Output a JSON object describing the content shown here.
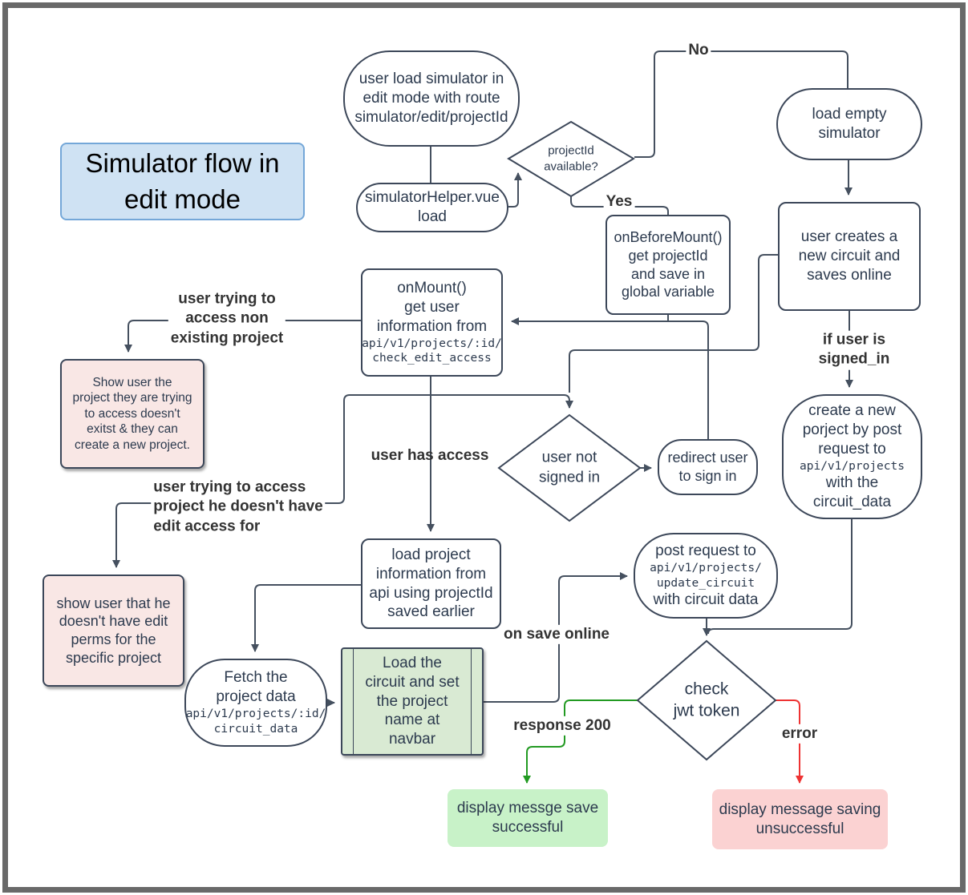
{
  "title": {
    "text": "Simulator flow in\nedit mode"
  },
  "nodes": {
    "start": {
      "label": "user load simulator in\nedit mode with route\nsimulator/edit/projectId"
    },
    "simulator_helper": {
      "label": "simulatorHelper.vue\nload"
    },
    "projectid_available": {
      "label": "projectId\navailable?"
    },
    "load_empty_simulator": {
      "label": "load empty\nsimulator"
    },
    "on_before_mount": {
      "label": "onBeforeMount()\nget projectId\nand save in\nglobal variable"
    },
    "user_creates": {
      "label": "user creates a\nnew circuit and\nsaves online"
    },
    "on_mount": {
      "label": "onMount()\nget user\ninformation from",
      "code": "api/v1/projects/:id/\ncheck_edit_access"
    },
    "show_not_existing": {
      "label": "Show user the\nproject they are trying\nto access doesn't\nexitst & they can\ncreate a new project."
    },
    "user_not_signed_in": {
      "label": "user not\nsigned in"
    },
    "redirect_sign_in": {
      "label": "redirect user\nto sign in"
    },
    "create_new_project": {
      "label": "create a new\nporject by post\nrequest to",
      "code": "api/v1/projects",
      "label2": "with the\ncircuit_data"
    },
    "load_project_info": {
      "label": "load project\ninformation from\napi using projectId\nsaved earlier"
    },
    "show_no_edit_perms": {
      "label": "show user that he\ndoesn't have edit\nperms for the\nspecific project"
    },
    "fetch_project_data": {
      "label": "Fetch the\nproject data",
      "code": "api/v1/projects/:id/\ncircuit_data"
    },
    "load_circuit": {
      "label": "Load the\ncircuit and set\nthe project\nname at\nnavbar"
    },
    "post_update_circuit": {
      "label": "post request to",
      "code": "api/v1/projects/\nupdate_circuit",
      "label2": "with circuit data"
    },
    "check_jwt": {
      "label": "check\njwt token"
    },
    "save_success": {
      "label": "display messge save\nsuccessful"
    },
    "save_fail": {
      "label": "display message saving\nunsuccessful"
    }
  },
  "edge_labels": {
    "no": "No",
    "yes": "Yes",
    "non_existing": "user trying to\naccess non\nexisting project",
    "has_access": "user has access",
    "no_edit_access": "user trying to access\nproject he doesn't have\nedit access for",
    "signed_in": "if user is signed_in",
    "on_save_online": "on save online",
    "response_200": "response 200",
    "error": "error"
  },
  "colors": {
    "title_fill": "#cfe2f3",
    "title_border": "#74a7d8",
    "pink_fill": "#f9e7e5",
    "process_green_fill": "#d9ead3",
    "result_green_fill": "#c8f2c8",
    "result_red_fill": "#fbd2d2",
    "edge": "#45505f",
    "edge_green": "#229a22",
    "edge_red": "#ee3333",
    "node_border": "#3c4759",
    "node_text": "#2c3a4e"
  }
}
